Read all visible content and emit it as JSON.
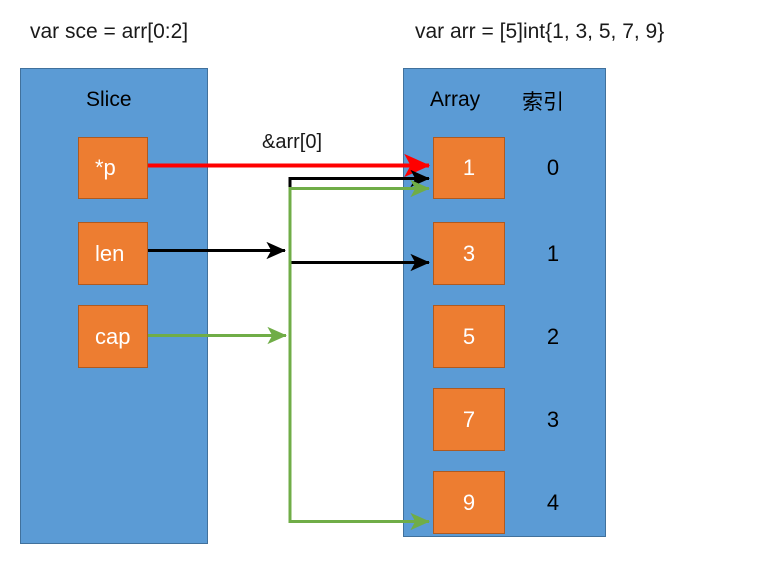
{
  "titles": {
    "slice_decl": "var sce = arr[0:2]",
    "array_decl": "var arr = [5]int{1, 3, 5, 7, 9}"
  },
  "slice_panel": {
    "label": "Slice",
    "fields": [
      {
        "name": "pointer",
        "label": "*p"
      },
      {
        "name": "length",
        "label": "len"
      },
      {
        "name": "capacity",
        "label": "cap"
      }
    ]
  },
  "array_panel": {
    "label": "Array",
    "index_label": "索引",
    "cells": [
      {
        "value": "1",
        "index": "0"
      },
      {
        "value": "3",
        "index": "1"
      },
      {
        "value": "5",
        "index": "2"
      },
      {
        "value": "7",
        "index": "3"
      },
      {
        "value": "9",
        "index": "4"
      }
    ]
  },
  "annotations": {
    "pointer_target": "&arr[0]"
  },
  "colors": {
    "panel_fill": "#5b9bd5",
    "panel_stroke": "#41719c",
    "box_fill": "#ed7d31",
    "box_stroke": "#ae5a21",
    "pointer_arrow": "#ff0000",
    "len_arrow": "#000000",
    "cap_arrow": "#70ad47",
    "text_on_box": "#ffffff",
    "text_default": "#000000"
  }
}
